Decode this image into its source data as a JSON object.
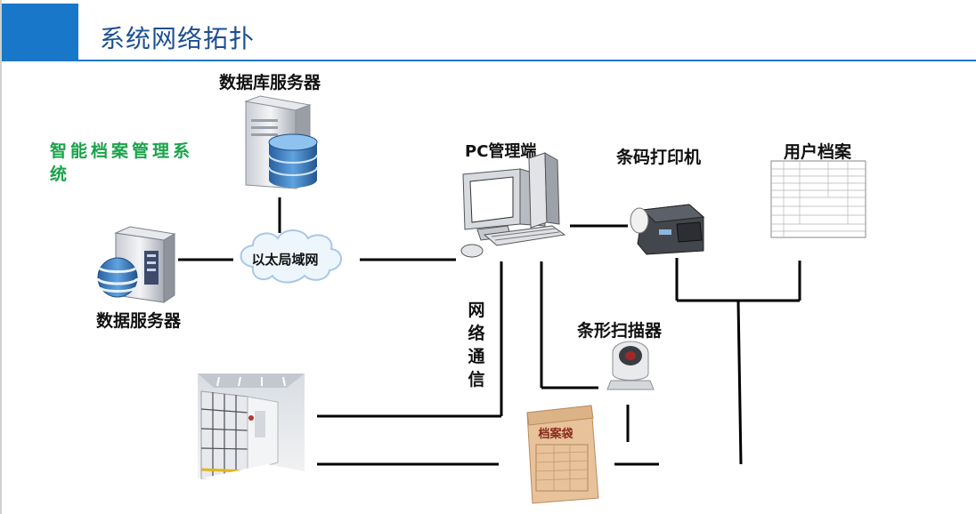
{
  "header": {
    "title": "系统网络拓扑"
  },
  "system_name": "智能档案管理系统",
  "labels": {
    "db_server": "数据库服务器",
    "data_server": "数据服务器",
    "lan": "以太局域网",
    "pc": "PC管理端",
    "barcode_printer": "条码打印机",
    "user_archive": "用户档案",
    "scanner": "条形扫描器",
    "network_comm": "网络通信",
    "archive_bag": "档案袋"
  },
  "colors": {
    "accent": "#1877c8",
    "title": "#1d4f91",
    "system_name": "#1aa34a",
    "line": "#000000"
  }
}
